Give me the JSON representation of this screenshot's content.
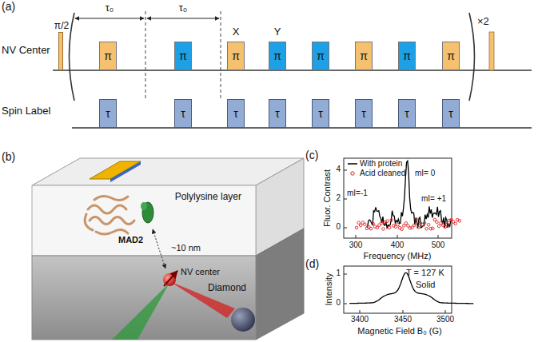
{
  "diagram": {
    "nodes": [
      {
        "text": [
          "π/2"
        ]
      },
      {
        "text": [
          "π"
        ]
      },
      {
        "text": [
          "π"
        ]
      },
      {
        "text": [
          "π"
        ]
      },
      {
        "text": [
          "π"
        ]
      },
      {
        "text": [
          "π"
        ]
      },
      {
        "text": [
          "π"
        ]
      },
      {
        "text": [
          "π"
        ]
      },
      {
        "text": [
          "π"
        ]
      },
      {
        "text": [
          "τ"
        ]
      },
      {
        "text": [
          "τ"
        ]
      },
      {
        "text": [
          "τ"
        ]
      },
      {
        "text": [
          "τ"
        ]
      },
      {
        "text": [
          "τ"
        ]
      },
      {
        "text": [
          "τ"
        ]
      },
      {
        "text": [
          "τ"
        ]
      },
      {
        "text": [
          "τ"
        ]
      },
      {
        "text": [
          "Polylysine layer"
        ]
      },
      {
        "text": [
          "Diamond"
        ]
      }
    ],
    "labels": [
      "(a)",
      "NV Center",
      "Spin Label",
      "τ₀",
      "τ₀",
      "X",
      "Y",
      "×2",
      "(b)",
      "MAD2",
      "~10 nm",
      "NV center",
      "(c)",
      "Fluor. Contrast",
      "4",
      "2",
      "0",
      "300",
      "400",
      "500",
      "Frequency (MHz)",
      "mI=-1",
      "mI= 0",
      "mI= +1",
      "(d)",
      "Intensity",
      "1",
      "0",
      "T = 127 K",
      "Solid",
      "3400",
      "3450",
      "3500",
      "Magnetic Field B₀ (G)"
    ],
    "legend": [
      {
        "text": "With protein"
      },
      {
        "text": "Acid cleaned"
      }
    ]
  }
}
